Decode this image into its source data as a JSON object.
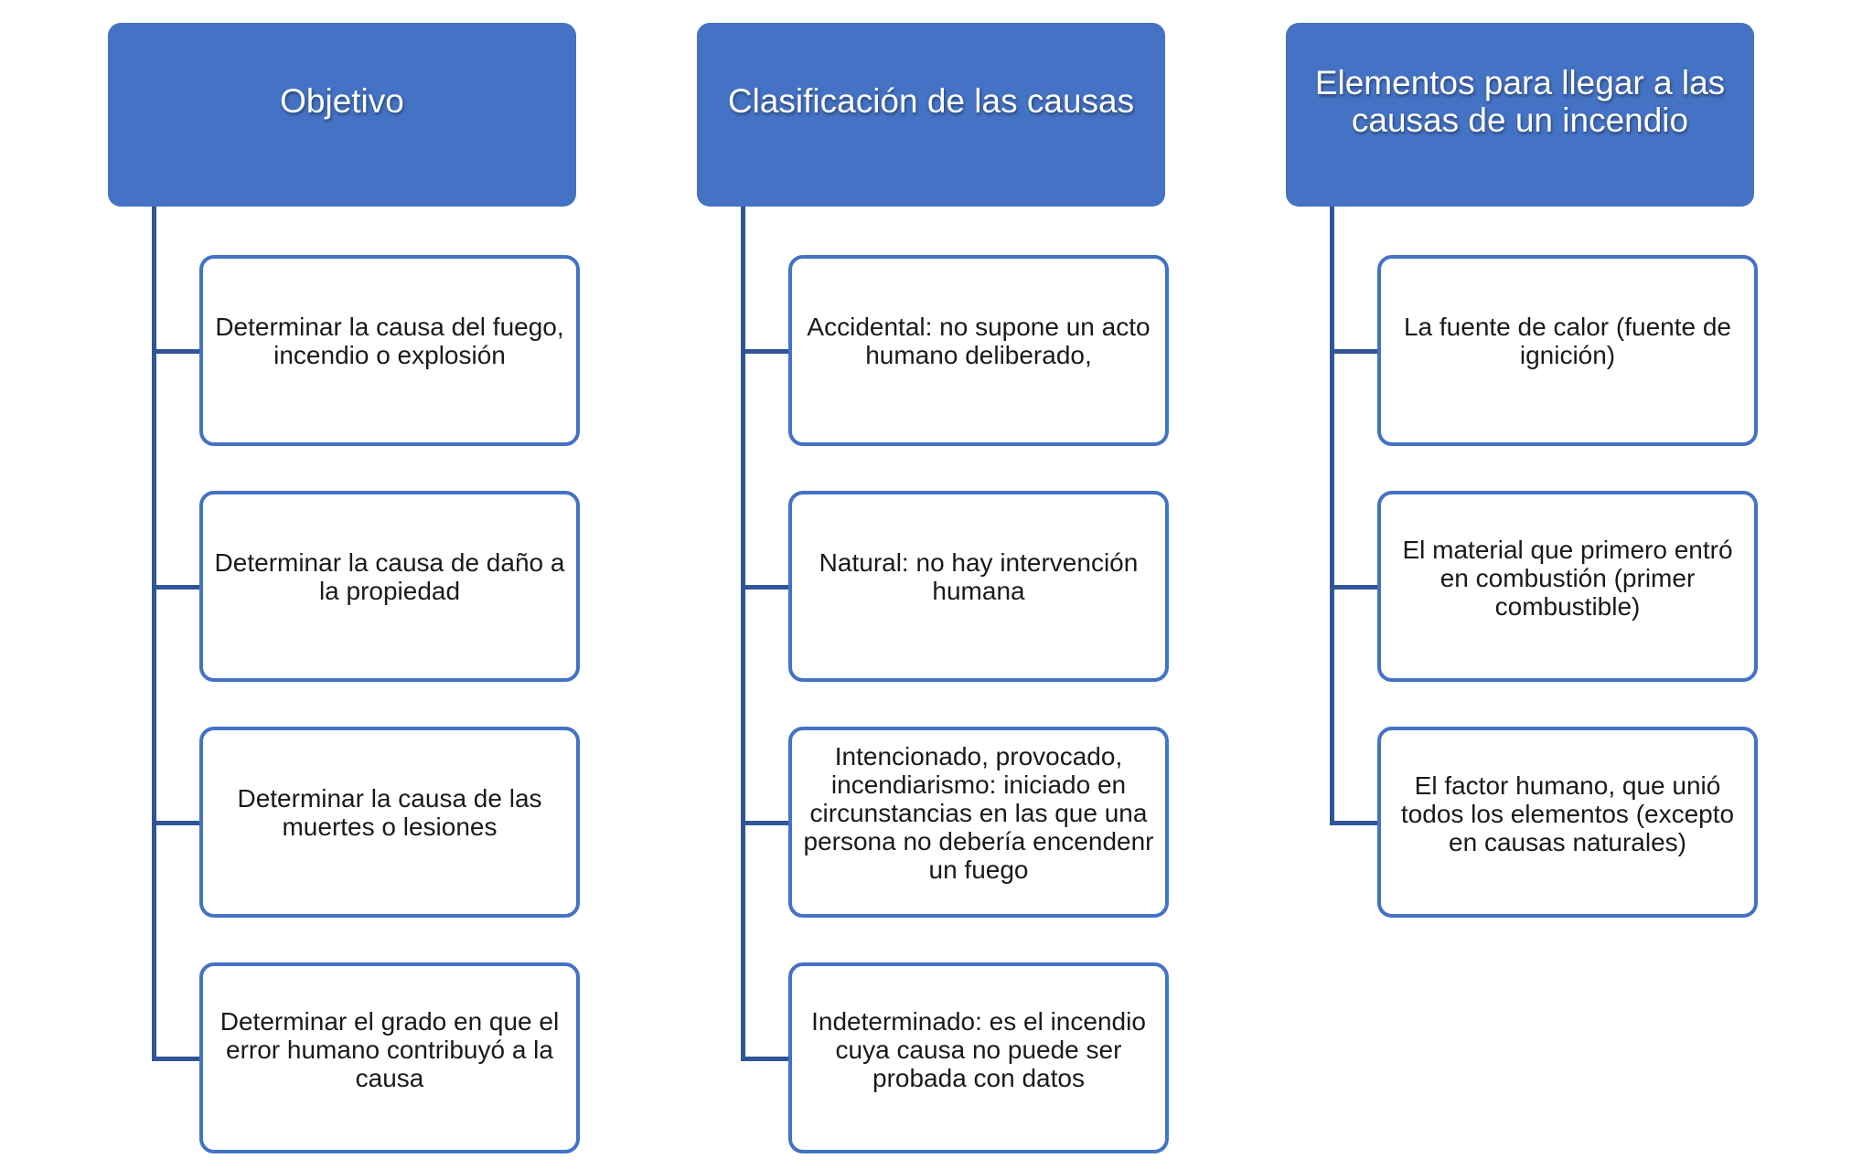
{
  "columns": [
    {
      "title": "Objetivo",
      "items": [
        "Determinar la causa del fuego, incendio o explosión",
        "Determinar la causa de daño a la propiedad",
        "Determinar la causa de las muertes o lesiones",
        "Determinar el grado en que el error humano contribuyó a la causa"
      ]
    },
    {
      "title": "Clasificación de las causas",
      "items": [
        "Accidental: no supone un acto humano deliberado,",
        "Natural: no hay intervención humana",
        "Intencionado, provocado, incendiarismo: iniciado en circunstancias en las que una persona no debería encendenr un fuego",
        "Indeterminado: es el incendio cuya causa no puede ser probada con datos"
      ]
    },
    {
      "title": "Elementos para llegar a las causas de un incendio",
      "items": [
        "La fuente de calor (fuente de ignición)",
        "El material que primero entró en combustión (primer combustible)",
        "El factor humano, que unió todos los elementos (excepto en causas naturales)"
      ]
    }
  ],
  "colors": {
    "header_fill": "#4472c4",
    "box_border": "#4472c4",
    "connector": "#2f5597"
  }
}
